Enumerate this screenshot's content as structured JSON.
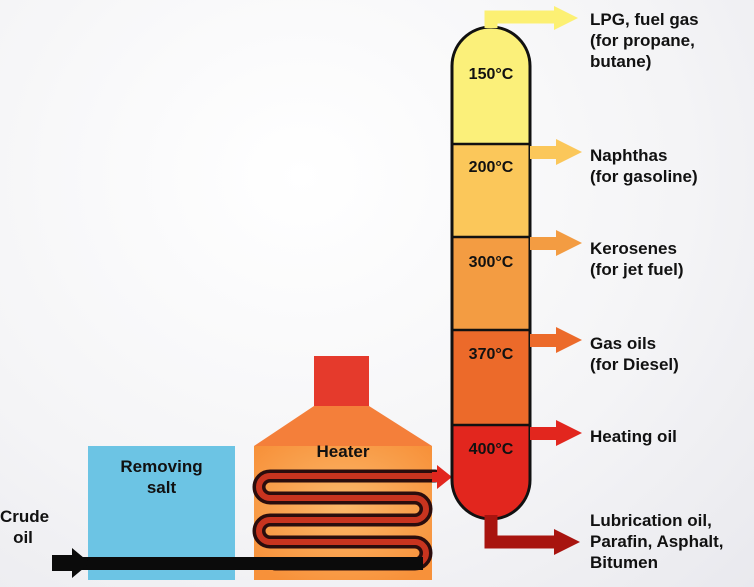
{
  "input": {
    "line1": "Crude",
    "line2": "oil"
  },
  "desalter": {
    "line1": "Removing",
    "line2": "salt"
  },
  "heater": {
    "label": "Heater"
  },
  "column": {
    "temperatures": [
      "150°C",
      "200°C",
      "300°C",
      "370°C",
      "400°C"
    ]
  },
  "products": [
    {
      "line1": "LPG, fuel gas",
      "line2": "(for propane,",
      "line3": "butane)"
    },
    {
      "line1": "Naphthas",
      "line2": "(for gasoline)"
    },
    {
      "line1": "Kerosenes",
      "line2": "(for jet fuel)"
    },
    {
      "line1": "Gas oils",
      "line2": "(for Diesel)"
    },
    {
      "line1": "Heating oil"
    },
    {
      "line1": "Lubrication oil,",
      "line2": "Parafin, Asphalt,",
      "line3": "Bitumen"
    }
  ],
  "colors": {
    "desalter": "#6cc4e4",
    "heater_top": "#e53a2c",
    "heater_body": "#f79a3e",
    "section_150": "#fbf07a",
    "section_200": "#fbc75a",
    "section_300": "#f39c42",
    "section_370": "#ec6a2a",
    "section_400": "#e2261e"
  }
}
